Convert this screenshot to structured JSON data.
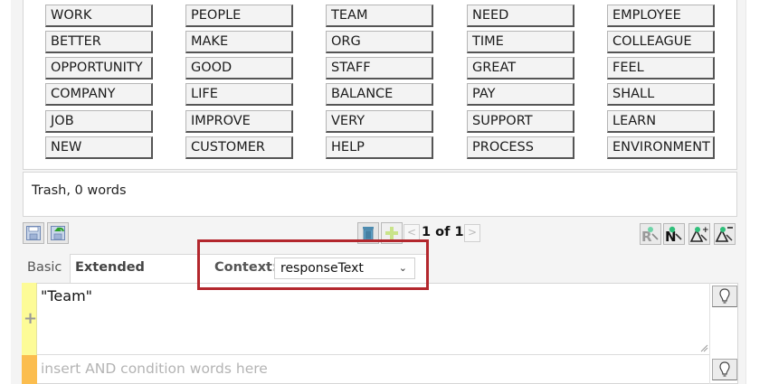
{
  "word_grid": {
    "columns": [
      [
        "WORK",
        "BETTER",
        "OPPORTUNITY",
        "COMPANY",
        "JOB",
        "NEW"
      ],
      [
        "PEOPLE",
        "MAKE",
        "GOOD",
        "LIFE",
        "IMPROVE",
        "CUSTOMER"
      ],
      [
        "TEAM",
        "ORG",
        "STAFF",
        "BALANCE",
        "VERY",
        "HELP"
      ],
      [
        "NEED",
        "TIME",
        "GREAT",
        "PAY",
        "SUPPORT",
        "PROCESS"
      ],
      [
        "EMPLOYEE",
        "COLLEAGUE",
        "FEEL",
        "SHALL",
        "LEARN",
        "ENVIRONMENT"
      ]
    ]
  },
  "trash": {
    "label": "Trash, 0 words"
  },
  "toolbar": {
    "left_icons": [
      "save-icon",
      "save-revert-icon"
    ],
    "center_icons": [
      "trash-icon",
      "add-icon"
    ],
    "pager": {
      "prev": "<",
      "text": "1 of 1",
      "next": ">"
    },
    "right_icons": [
      "R-node-icon",
      "N-node-icon",
      "delta-plus-icon",
      "delta-minus-icon"
    ]
  },
  "tabs": [
    {
      "label": "Basic",
      "active": false
    },
    {
      "label": "Extended",
      "active": true
    }
  ],
  "context": {
    "label": "Context:",
    "value": "responseText"
  },
  "conditions": {
    "or_row": {
      "text": "\"Team\"",
      "add_symbol": "+"
    },
    "and_row": {
      "placeholder": "insert AND condition words here"
    }
  },
  "colors": {
    "highlight": "#b3272d",
    "or_bar": "#fdfb97",
    "and_bar": "#fbbd4f"
  }
}
